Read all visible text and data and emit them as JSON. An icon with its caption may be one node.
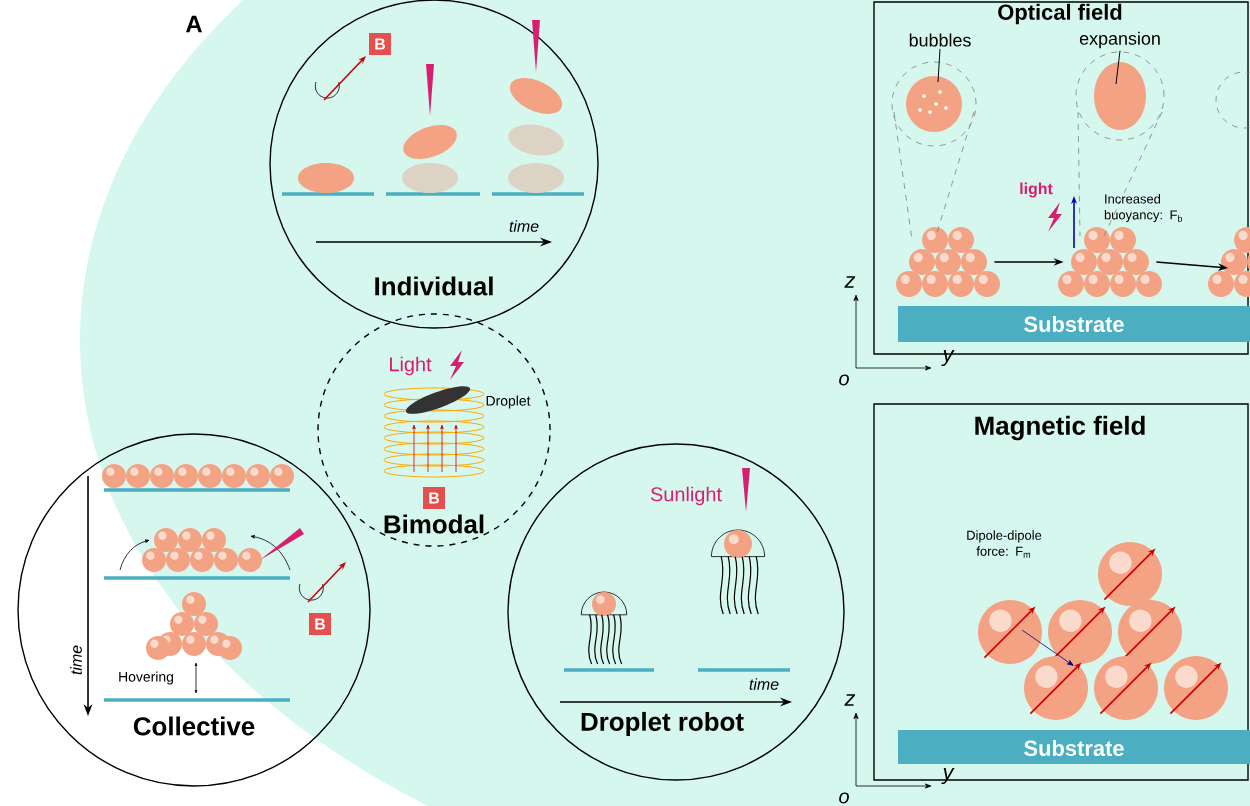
{
  "diagram": {
    "nodes": [
      {
        "text": [
          "Individual"
        ]
      },
      {
        "text": [
          "Bimodal"
        ]
      },
      {
        "text": [
          "Collective"
        ]
      },
      {
        "text": [
          "Droplet robot"
        ]
      },
      {
        "text": [
          "Optical field"
        ]
      },
      {
        "text": [
          "bubbles"
        ],
        "in": 4
      },
      {
        "text": [
          "expansion"
        ],
        "in": 4
      },
      {
        "text": [],
        "shape": "picture",
        "in": 4
      },
      {
        "text": [],
        "shape": "picture",
        "in": 4
      },
      {
        "text": [
          "Magnetic field"
        ]
      }
    ],
    "edges": [
      {
        "from": 5,
        "to": null,
        "arrow": "none"
      },
      {
        "from": 6,
        "to": null,
        "arrow": "none"
      },
      {
        "from": 7,
        "to": 8,
        "arrow": "to"
      },
      {
        "from": 8,
        "to": null,
        "arrow": "to"
      }
    ],
    "labels": [
      "A",
      "B",
      "time",
      "Light",
      "Droplet",
      "B",
      "Sunlight",
      "B",
      "Hovering",
      "time",
      "time",
      "light",
      "Increased buoyancy: F$_{b}$",
      "Substrate",
      "z",
      "y",
      "o",
      "Dipole-dipole force: F$_{m}$",
      "Substrate",
      "z",
      "y",
      "o"
    ]
  }
}
